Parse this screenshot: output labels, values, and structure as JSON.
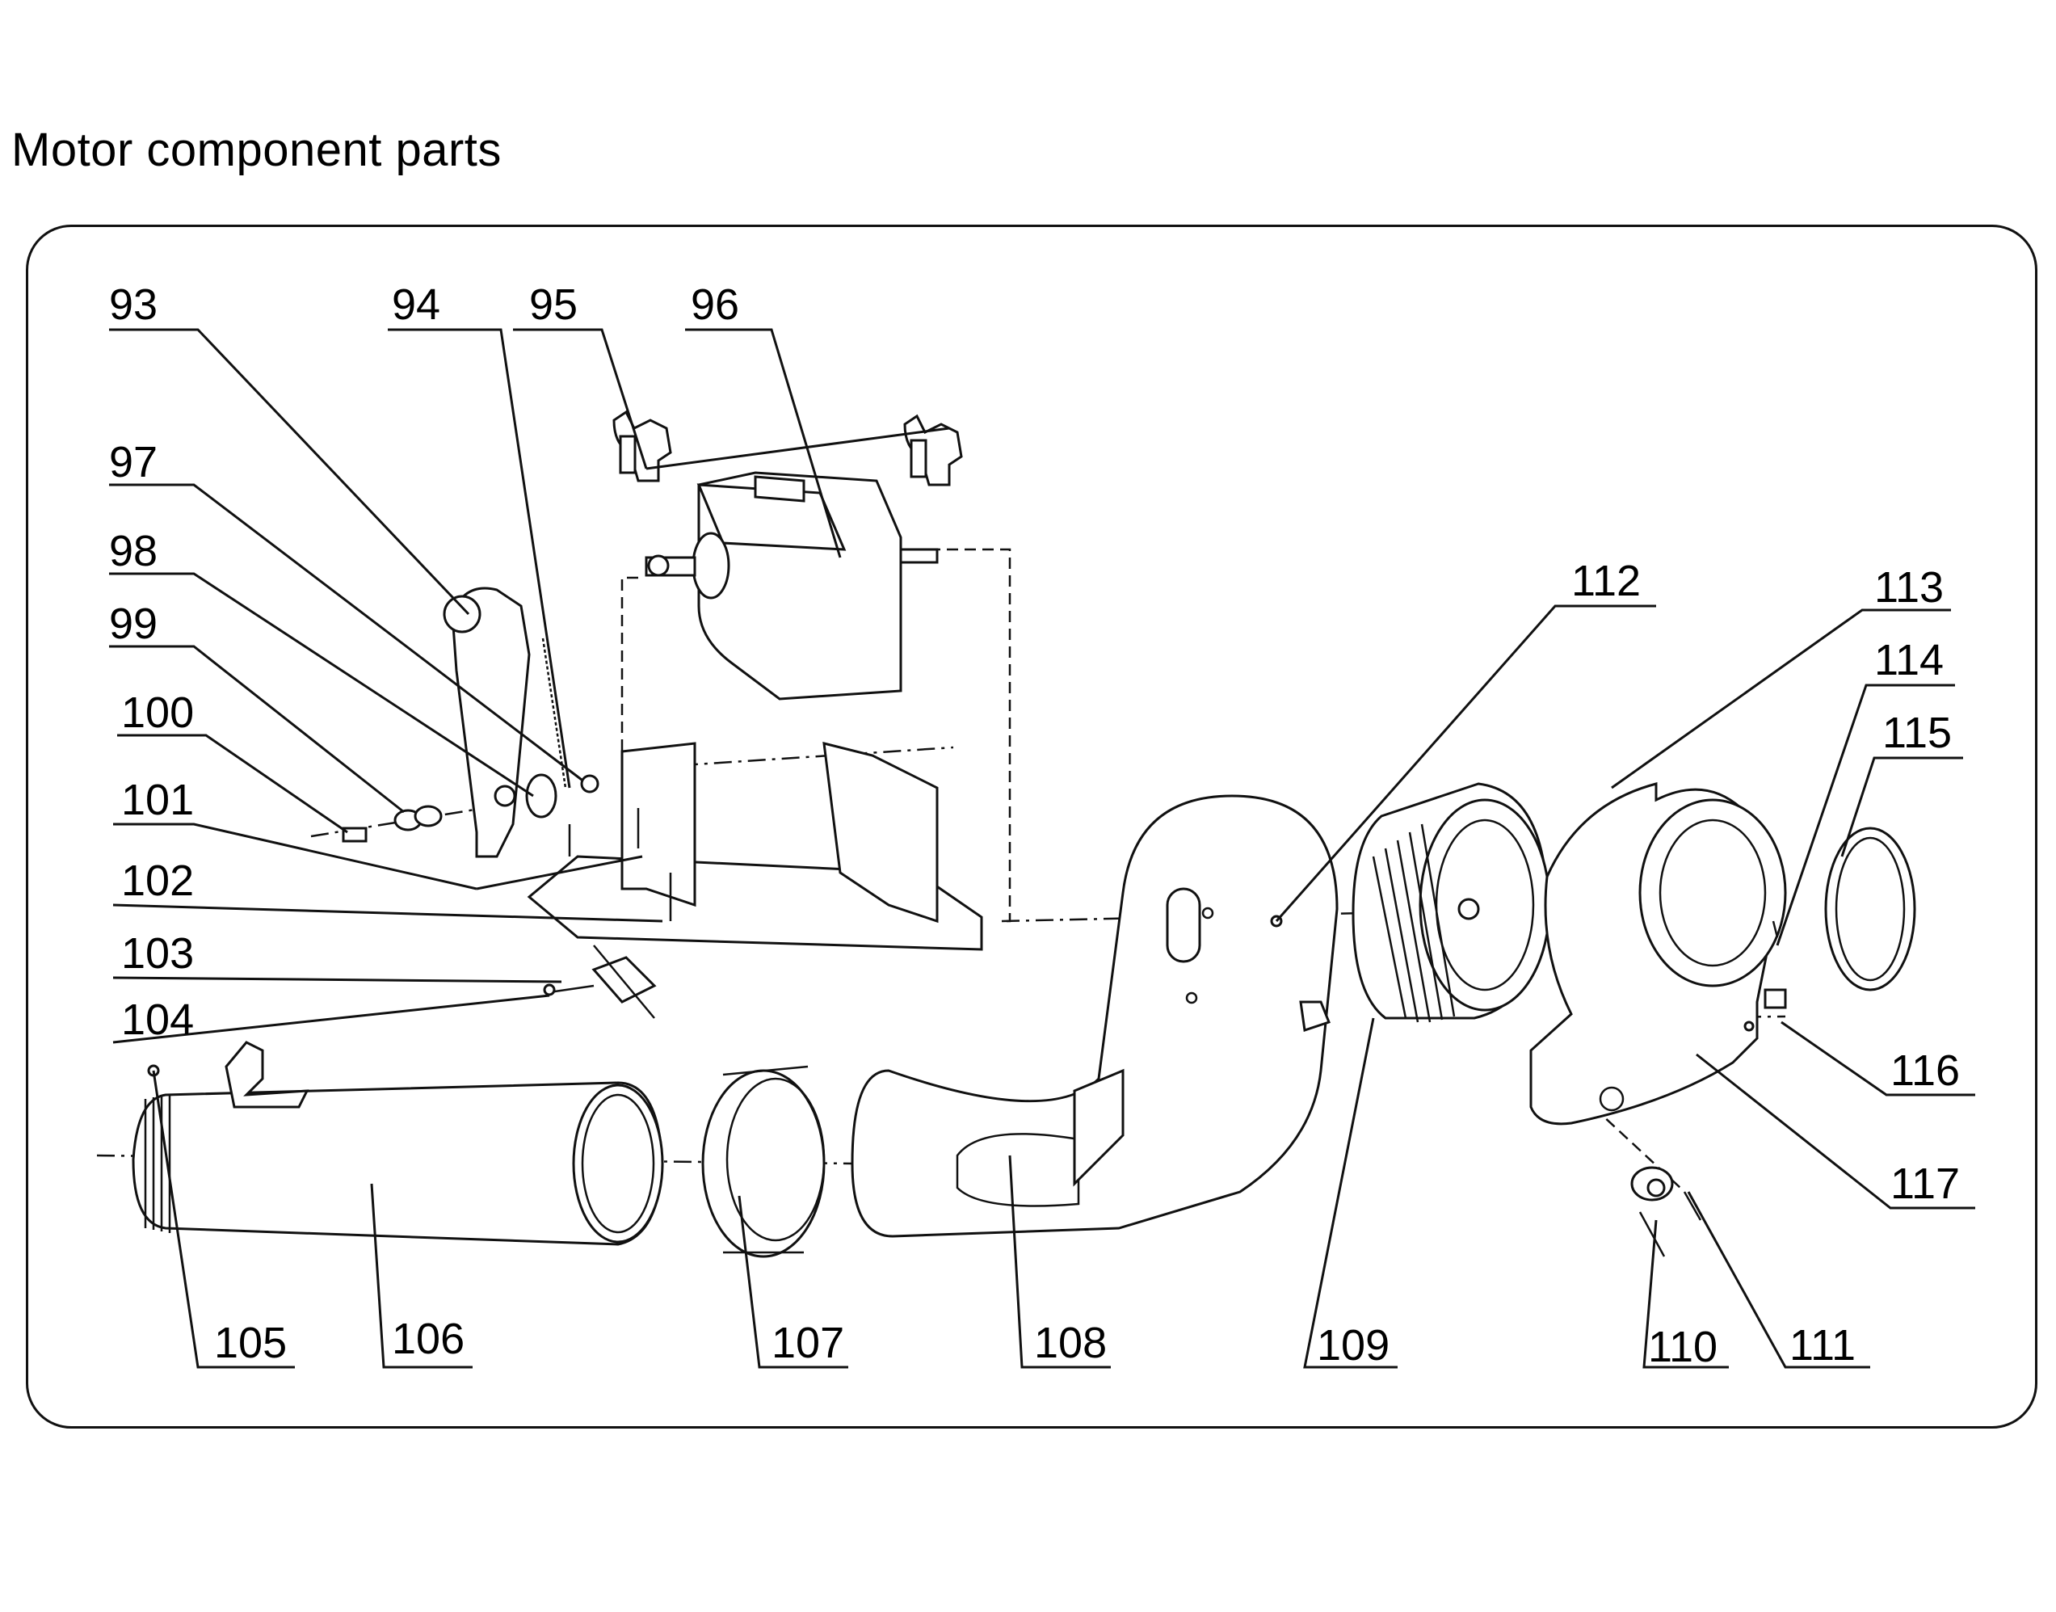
{
  "title": "Motor component parts",
  "part_numbers": [
    "93",
    "94",
    "95",
    "96",
    "97",
    "98",
    "99",
    "100",
    "101",
    "102",
    "103",
    "104",
    "105",
    "106",
    "107",
    "108",
    "109",
    "110",
    "111",
    "112",
    "113",
    "114",
    "115",
    "116",
    "117"
  ]
}
